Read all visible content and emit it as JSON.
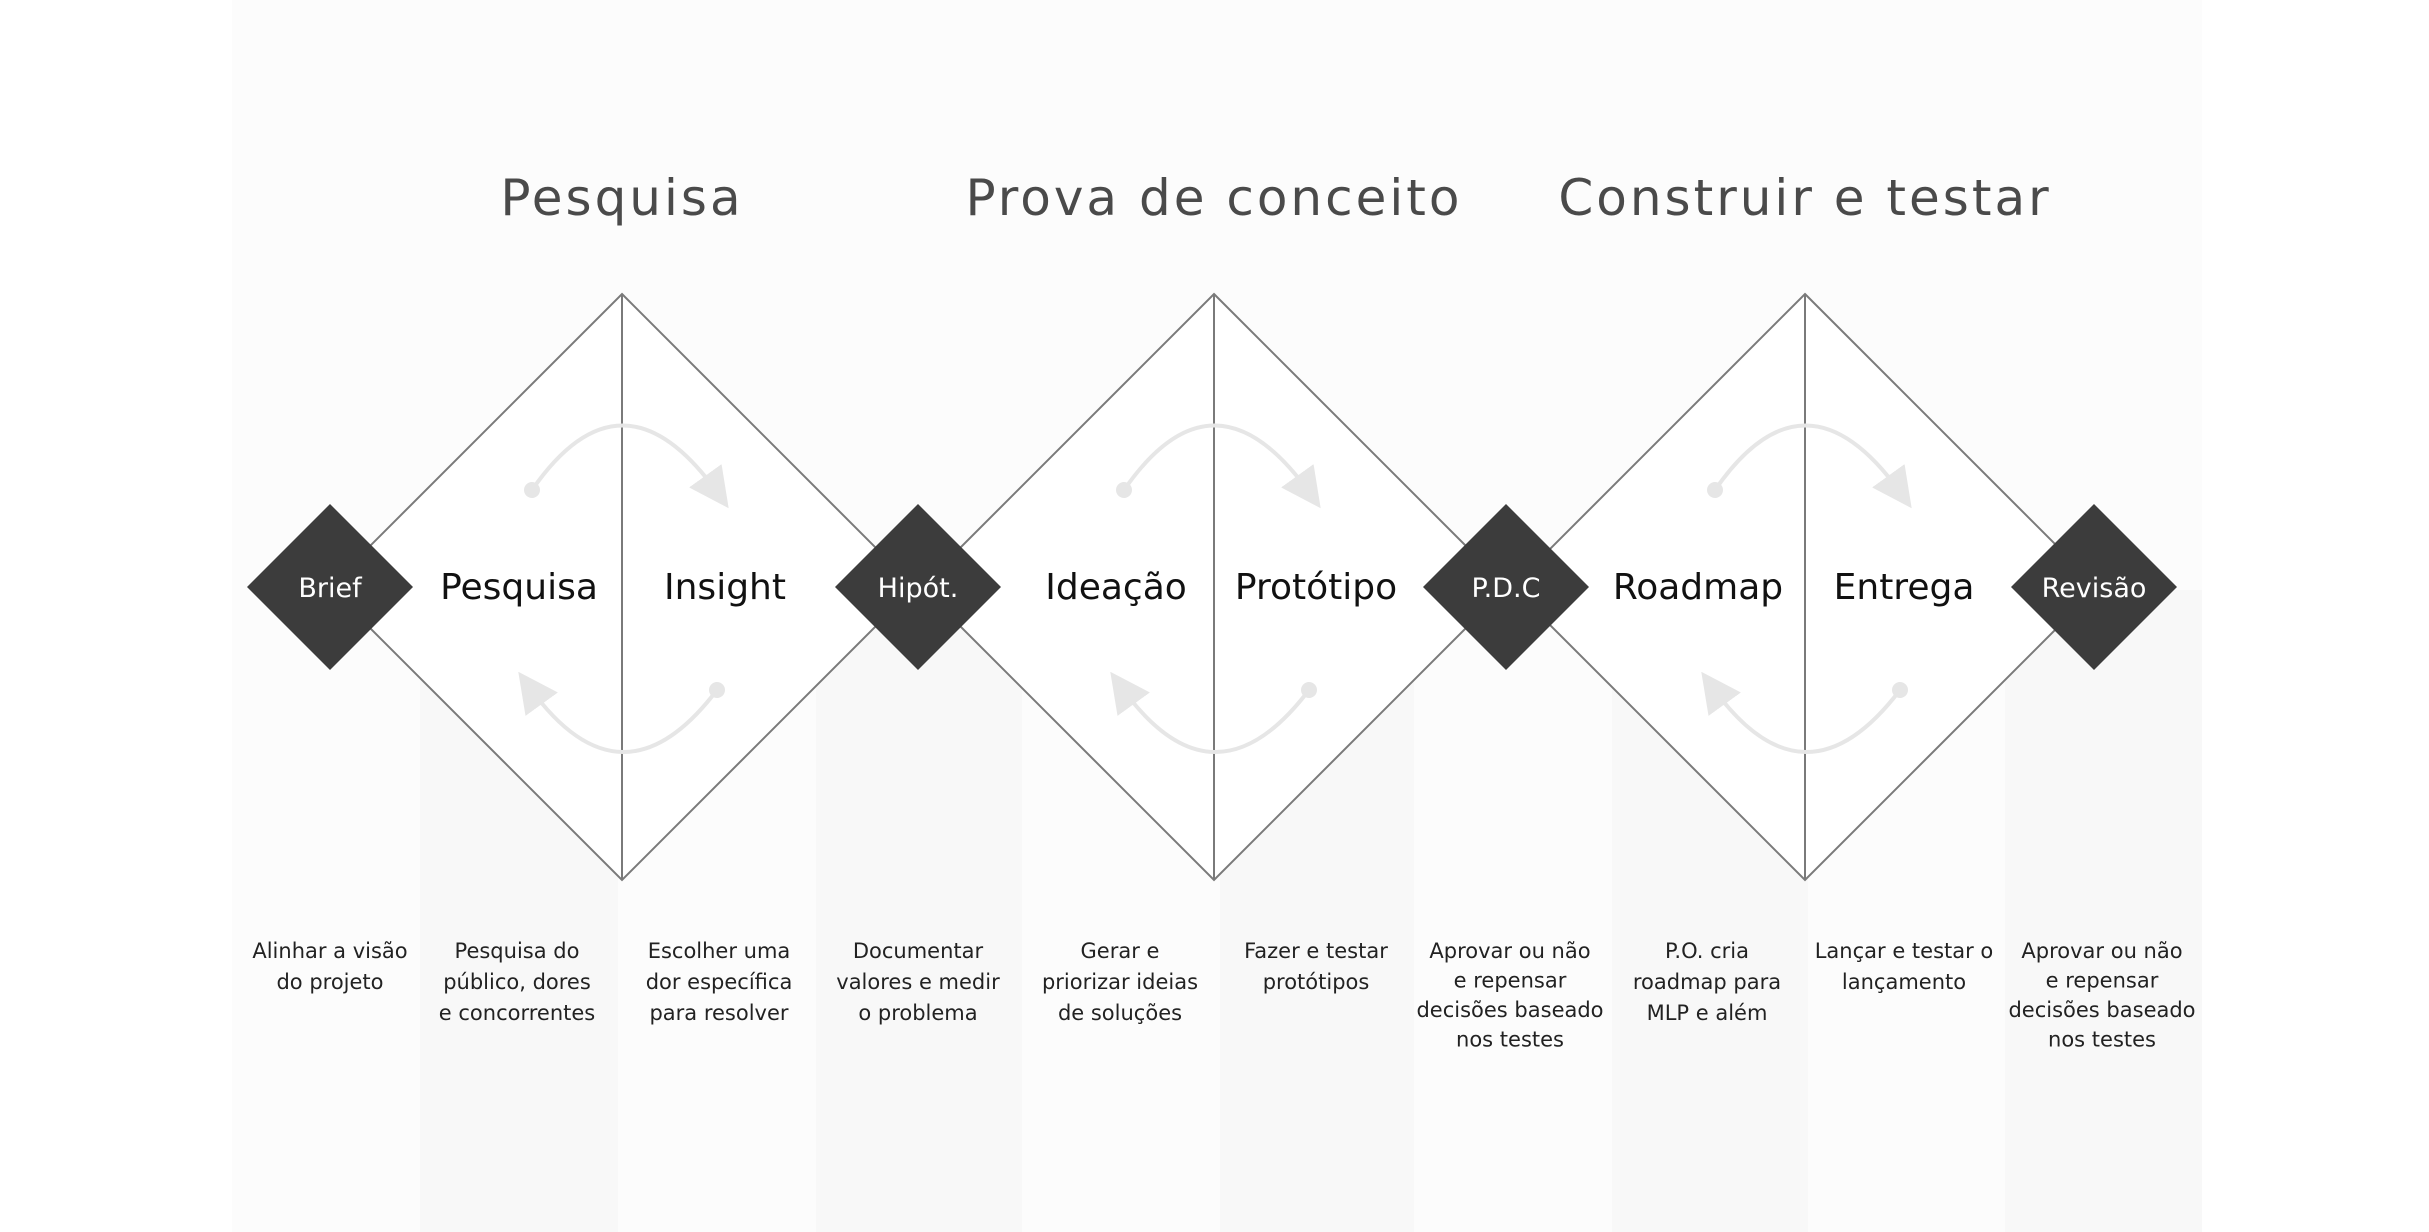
{
  "phases": [
    {
      "title": "Pesquisa"
    },
    {
      "title": "Prova de conceito"
    },
    {
      "title": "Construir e testar"
    }
  ],
  "gates": [
    {
      "label": "Brief",
      "description": [
        "Alinhar a visão",
        "do projeto"
      ]
    },
    {
      "label": "Hipót.",
      "description": [
        "Documentar",
        "valores e medir",
        "o problema"
      ]
    },
    {
      "label": "P.D.C",
      "description": [
        "Aprovar ou não",
        "e repensar",
        "decisões baseado",
        "nos testes"
      ]
    },
    {
      "label": "Revisão",
      "description": [
        "Aprovar ou não",
        "e repensar",
        "decisões baseado",
        "nos testes"
      ]
    }
  ],
  "stages": [
    {
      "label": "Pesquisa",
      "description": [
        "Pesquisa do",
        "público, dores",
        "e concorrentes"
      ]
    },
    {
      "label": "Insight",
      "description": [
        "Escolher uma",
        "dor específica",
        "para resolver"
      ]
    },
    {
      "label": "Ideação",
      "description": [
        "Gerar e",
        "priorizar ideias",
        "de soluções"
      ]
    },
    {
      "label": "Protótipo",
      "description": [
        "Fazer e testar",
        "protótipos"
      ]
    },
    {
      "label": "Roadmap",
      "description": [
        "P.O. cria",
        "roadmap para",
        "MLP e além"
      ]
    },
    {
      "label": "Entrega",
      "description": [
        "Lançar e testar o",
        "lançamento"
      ]
    }
  ],
  "colors": {
    "gate_fill": "#3c3c3c",
    "line": "#7a7a7a",
    "cycle_arrow": "#e6e6e6",
    "column_shade": "#f8f8f8"
  }
}
